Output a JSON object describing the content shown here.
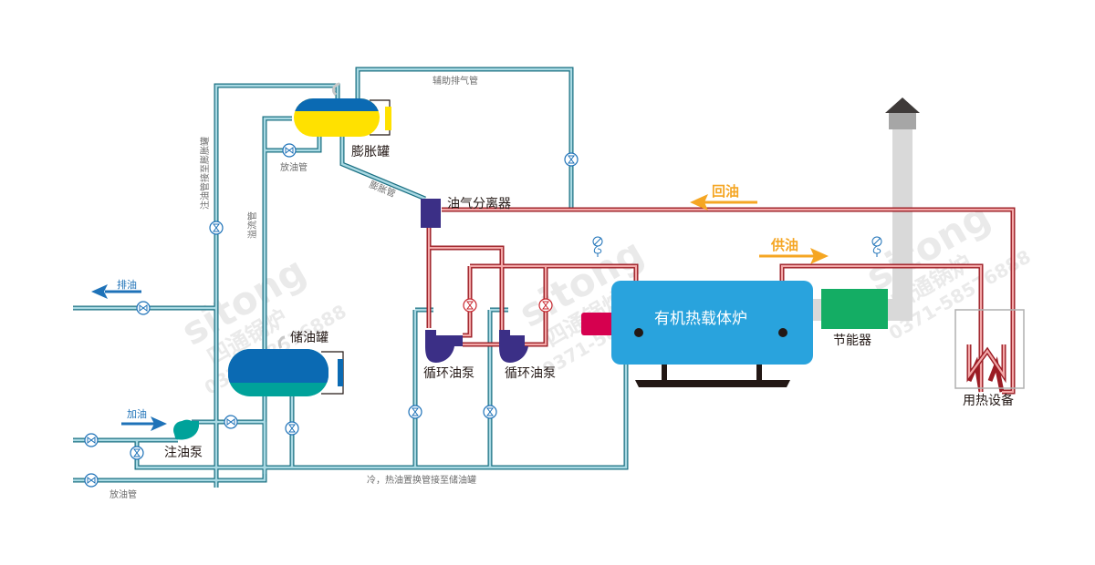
{
  "diagram": {
    "title": "有机热载体炉系统流程图",
    "colors": {
      "cold_pipe_dark": "#1a6f82",
      "cold_pipe_light": "#a9d9e3",
      "hot_pipe_dark": "#9b1c24",
      "hot_pipe_light": "#f3a8a8",
      "boiler": "#29a3dd",
      "burner": "#d6004f",
      "separator": "#3b2f86",
      "pump": "#3b2f86",
      "storage_tank_top": "#0b6ab3",
      "storage_tank_bottom": "#00a29a",
      "expansion_tank_top": "#0b6ab3",
      "expansion_tank_bottom": "#ffe100",
      "economizer": "#14ad64",
      "flow_arrow": "#f5a623",
      "blue_arrow": "#1e72b8",
      "chimney": "#d4d4d4",
      "chimney_cap": "#3e3a39"
    },
    "components": {
      "expansion_tank": "膨胀罐",
      "oil_gas_separator": "油气分离器",
      "storage_tank": "储油罐",
      "circulation_pump_1": "循环油泵",
      "circulation_pump_2": "循环油泵",
      "boiler": "有机热载体炉",
      "economizer": "节能器",
      "heat_user": "用热设备",
      "injection_pump": "注油泵"
    },
    "pipe_labels": {
      "aux_vent": "辅助排气管",
      "expansion_pipe": "膨胀管",
      "drain_upper": "放油管",
      "fill_to_expansion": "注油管接至膨胀罐",
      "overflow": "溢流管",
      "drain_lower": "放油管",
      "replacement": "冷，热油置换管接至储油罐"
    },
    "flows": {
      "return_oil": "回油",
      "supply_oil": "供油",
      "discharge_oil": "排油",
      "add_oil": "加油"
    },
    "watermark": {
      "brand": "sitong",
      "name": "四通锅炉",
      "phone": "0371-58576888"
    }
  }
}
